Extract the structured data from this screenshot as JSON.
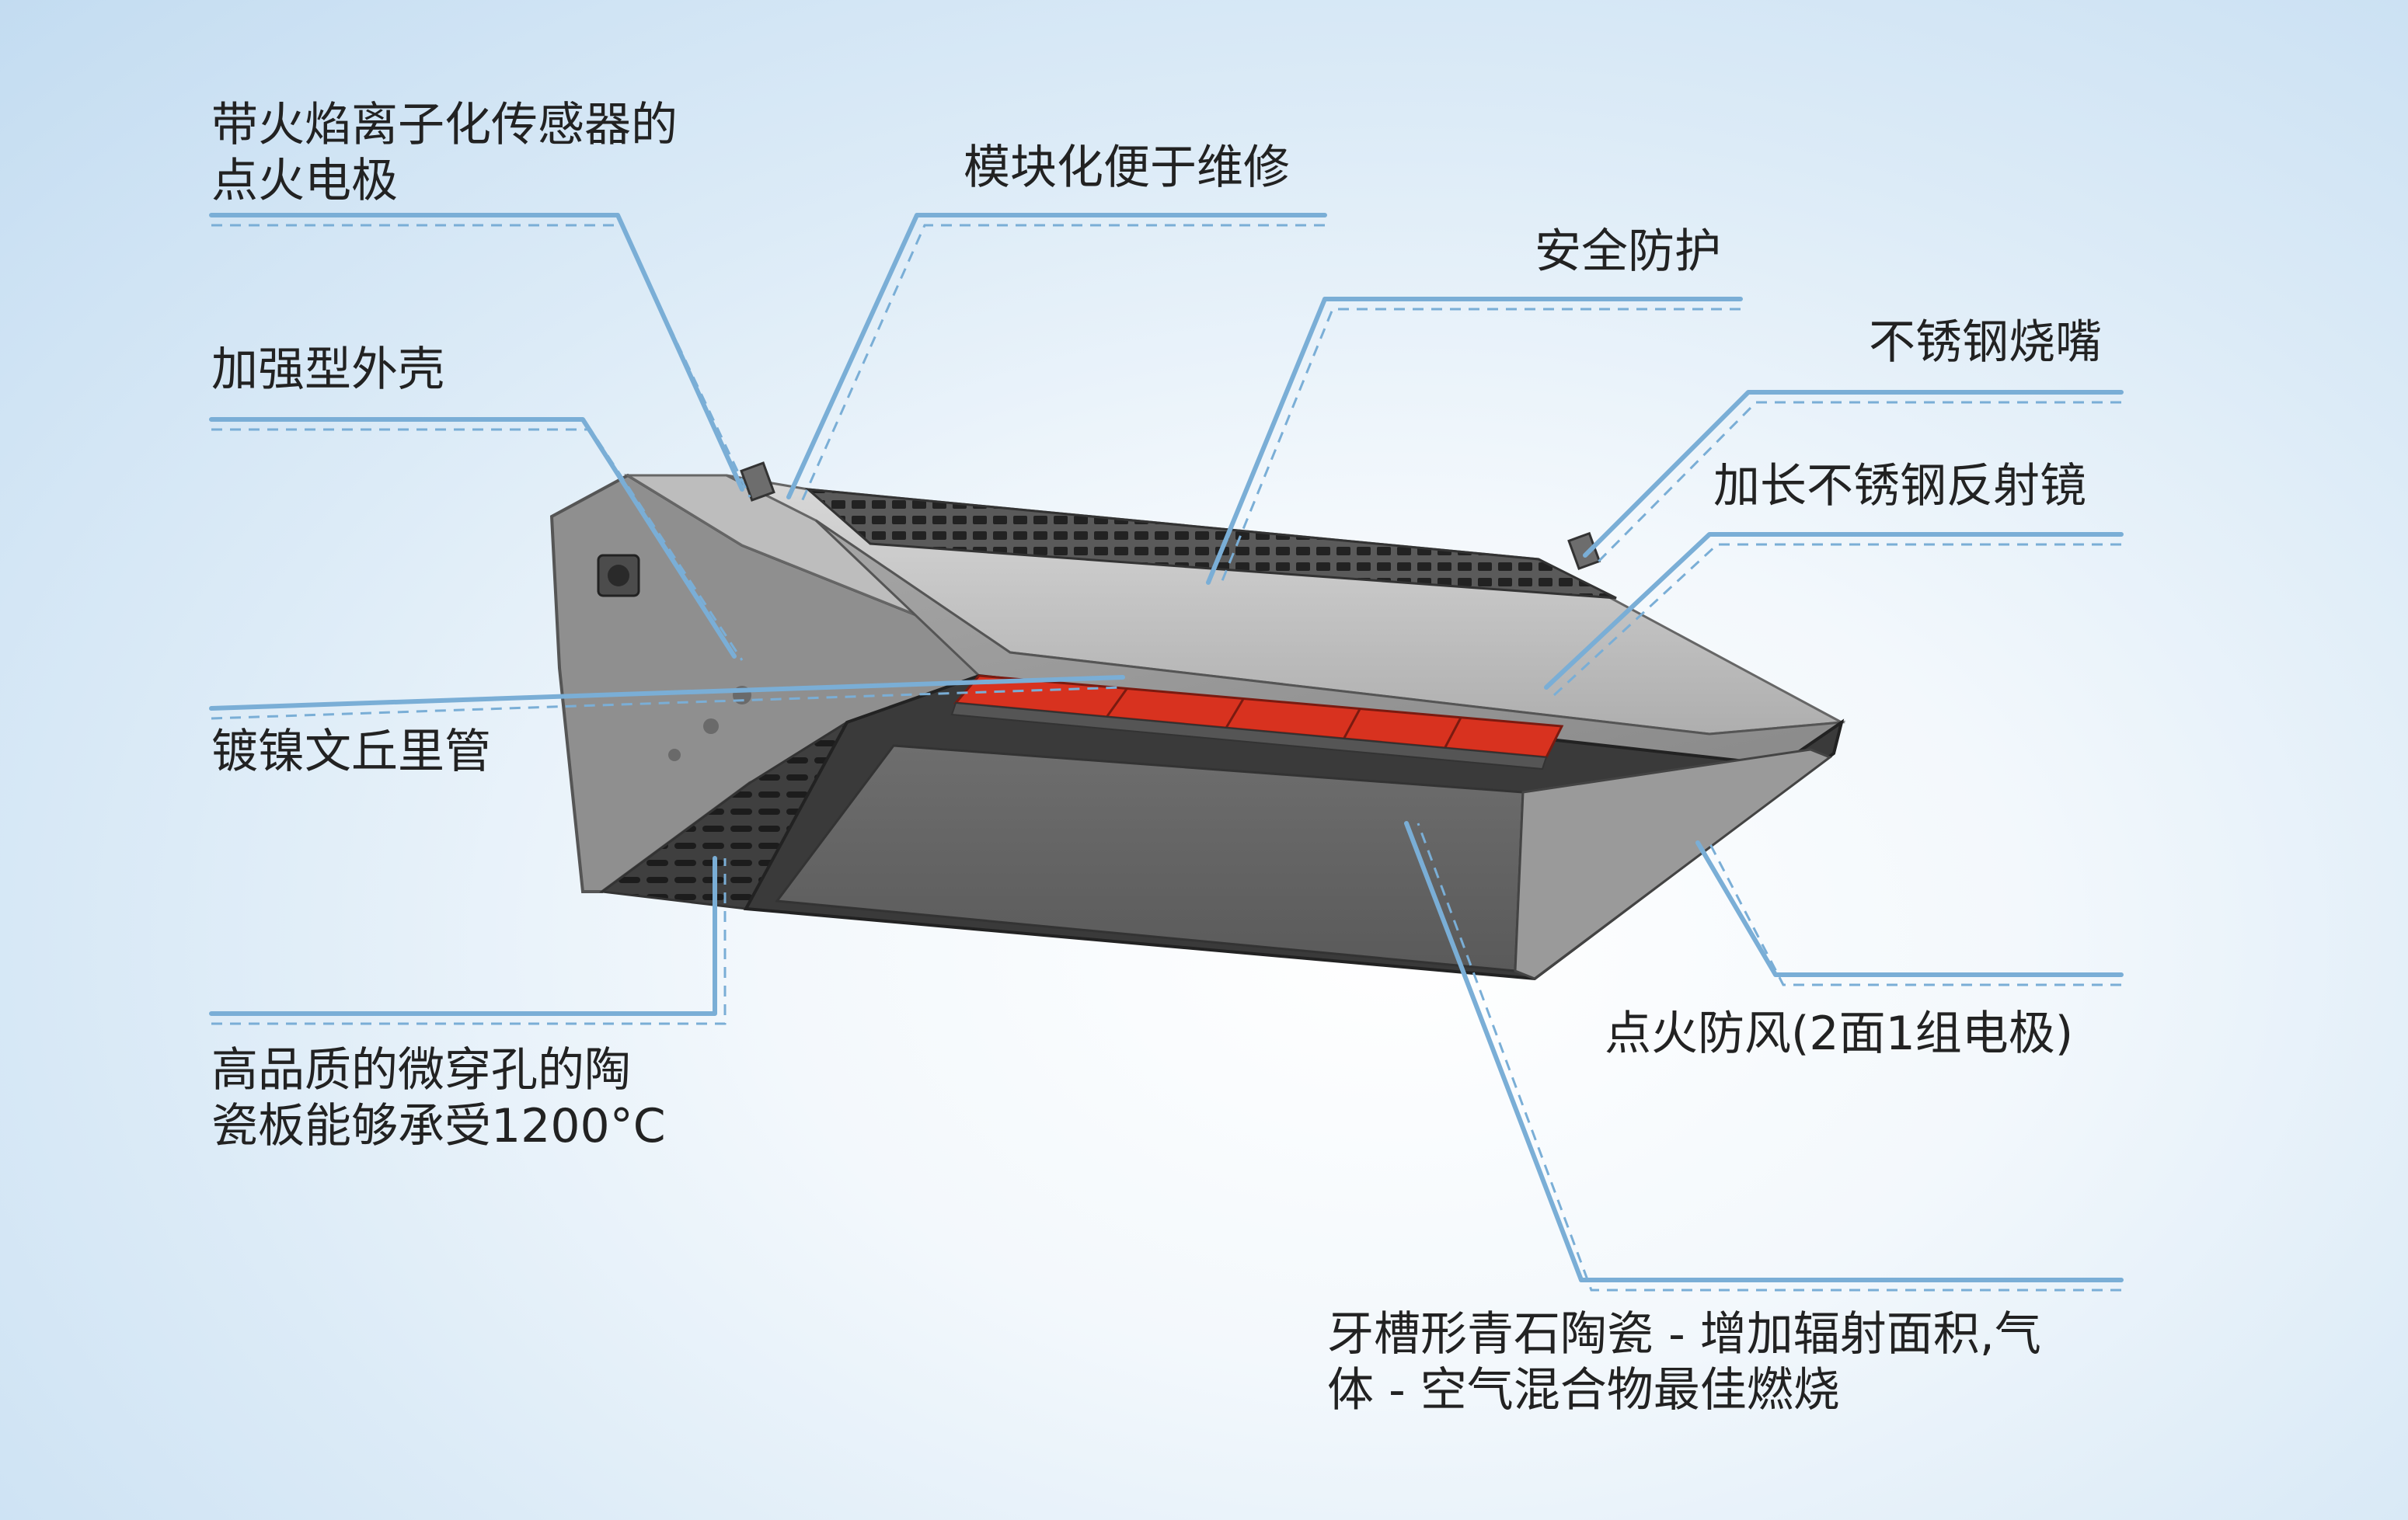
{
  "labels": {
    "ignition_electrode": "带火焰离子化传感器的\n点火电极",
    "modular": "模块化便于维修",
    "safety": "安全防护",
    "stainless_nozzle": "不锈钢烧嘴",
    "reinforced_shell": "加强型外壳",
    "long_reflector": "加长不锈钢反射镜",
    "venturi_tube": "镀镍文丘里管",
    "ceramic_plate": "高品质的微穿孔的陶\n瓷板能够承受1200°C",
    "windproof_ignition": "点火防风(2面1组电极)",
    "grooved_ceramic": "牙槽形青石陶瓷 - 增加辐射面积,气\n体 - 空气混合物最佳燃烧"
  },
  "colors": {
    "leader": "#7aaed6",
    "text": "#222222",
    "ceramic_red": "#d8321f",
    "housing_grey": "#8c8c8c"
  }
}
